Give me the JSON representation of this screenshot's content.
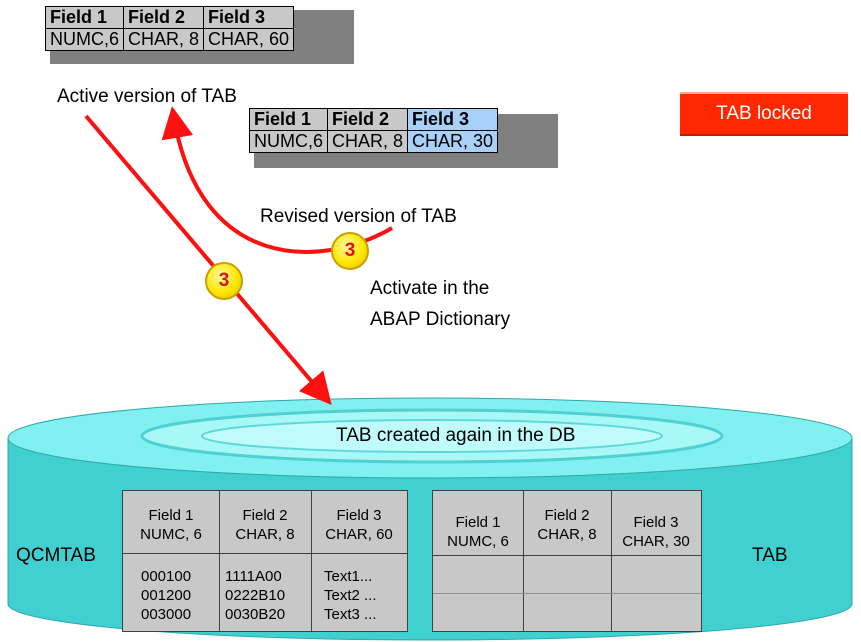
{
  "active_table": {
    "caption": "Active version of TAB",
    "header": [
      "Field 1",
      "Field 2",
      "Field 3"
    ],
    "types": [
      "NUMC,6",
      "CHAR, 8",
      "CHAR, 60"
    ]
  },
  "revised_table": {
    "caption": "Revised version of TAB",
    "header": [
      "Field 1",
      "Field 2",
      "Field 3"
    ],
    "types": [
      "NUMC,6",
      "CHAR, 8",
      "CHAR, 30"
    ]
  },
  "lock_badge": "TAB locked",
  "step_badge_1": "3",
  "step_badge_2": "3",
  "activate_text": {
    "line1": "Activate in the",
    "line2": "ABAP Dictionary"
  },
  "db": {
    "ellipse_text": "TAB created again in the DB",
    "left_label": "QCMTAB",
    "right_label": "TAB",
    "qcmtab": {
      "fields": [
        "Field 1",
        "Field 2",
        "Field 3"
      ],
      "types": [
        "NUMC, 6",
        "CHAR, 8",
        "CHAR, 60"
      ],
      "col1": [
        "000100",
        "001200",
        "003000"
      ],
      "col2": [
        "1111A00",
        "0222B10",
        "0030B20"
      ],
      "col3": [
        "Text1...",
        "Text2 ...",
        "Text3 ..."
      ]
    },
    "tab": {
      "fields": [
        "Field 1",
        "Field 2",
        "Field 3"
      ],
      "types": [
        "NUMC, 6",
        "CHAR, 8",
        "CHAR, 30"
      ]
    }
  },
  "colors": {
    "arrow": "#ff1010",
    "cylinder": "#40d0d0",
    "cylinder_top": "#80f0f0",
    "highlight_field": "#a8d0f8",
    "lock": "#ff2800"
  }
}
